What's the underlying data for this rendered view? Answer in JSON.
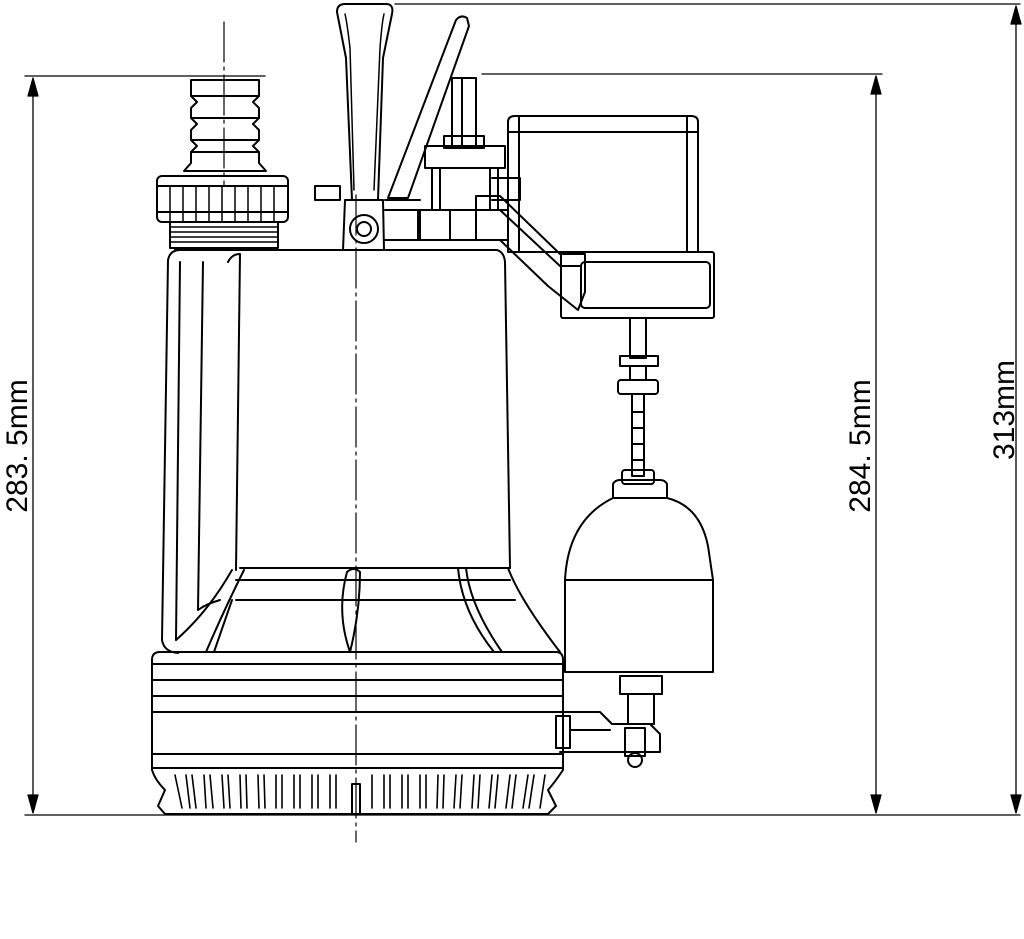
{
  "dimensions": {
    "left_height": "283. 5mm",
    "middle_height": "284. 5mm",
    "total_height": "313mm"
  },
  "colors": {
    "line": "#000000",
    "background": "#ffffff"
  }
}
